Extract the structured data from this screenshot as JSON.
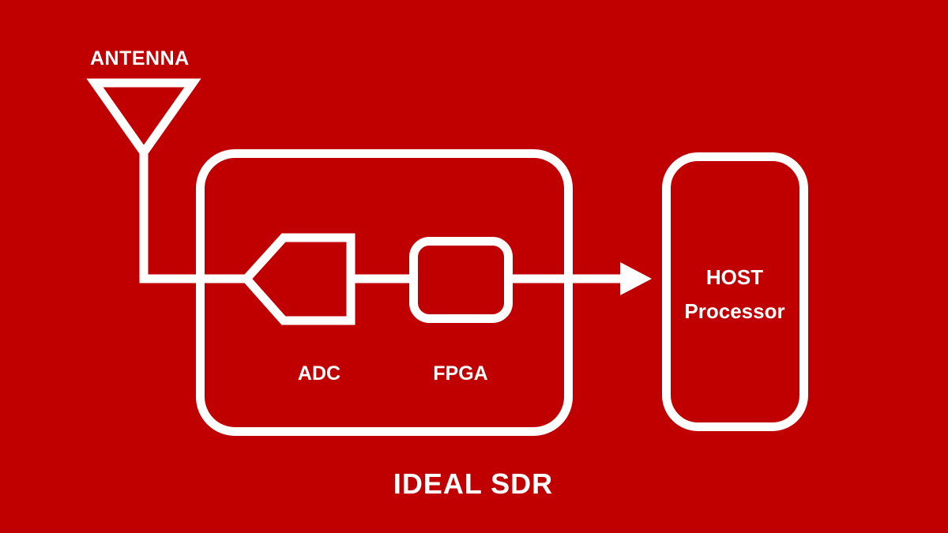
{
  "diagram": {
    "title": "IDEAL SDR",
    "background_color": "#C00000",
    "stroke_color": "#FFFFFF",
    "text_color": "#FFFFFF",
    "nodes": [
      {
        "id": "antenna",
        "label": "ANTENNA",
        "shape": "triangle-antenna",
        "label_position": "above"
      },
      {
        "id": "adc",
        "label": "ADC",
        "shape": "left-pointing-pentagon",
        "label_position": "below"
      },
      {
        "id": "fpga",
        "label": "FPGA",
        "shape": "rounded-rect",
        "label_position": "below"
      },
      {
        "id": "sdr",
        "label": "IDEAL SDR",
        "shape": "rounded-rect-container",
        "label_position": "below"
      },
      {
        "id": "host",
        "label_line1": "HOST",
        "label_line2": "Processor",
        "shape": "rounded-rect",
        "label_position": "inside"
      }
    ],
    "connections": [
      {
        "from": "antenna",
        "to": "adc",
        "style": "plain-line"
      },
      {
        "from": "adc",
        "to": "fpga",
        "style": "plain-line"
      },
      {
        "from": "fpga",
        "to": "host",
        "style": "arrow"
      }
    ]
  },
  "labels": {
    "antenna": "ANTENNA",
    "adc": "ADC",
    "fpga": "FPGA",
    "host_line1": "HOST",
    "host_line2": "Processor",
    "title": "IDEAL SDR"
  }
}
